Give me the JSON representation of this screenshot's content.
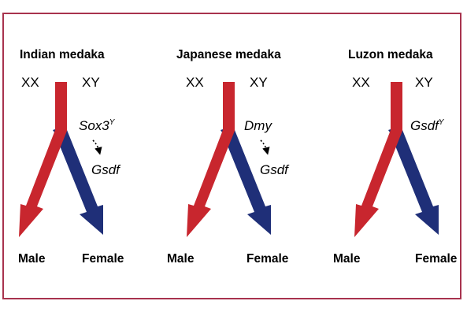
{
  "colors": {
    "frame": "#a8334e",
    "male_arrow": "#c8262e",
    "female_arrow": "#1f2f78",
    "text": "#000000"
  },
  "panels": [
    {
      "title": "Indian medaka",
      "xx": "XX",
      "xy": "XY",
      "gene": "Sox3",
      "gene_sup": "Y",
      "downstream": "Gsdf",
      "male": "Male",
      "female": "Female"
    },
    {
      "title": "Japanese medaka",
      "xx": "XX",
      "xy": "XY",
      "gene": "Dmy",
      "gene_sup": "",
      "downstream": "Gsdf",
      "male": "Male",
      "female": "Female"
    },
    {
      "title": "Luzon medaka",
      "xx": "XX",
      "xy": "XY",
      "gene": "Gsdf",
      "gene_sup": "Y",
      "downstream": "",
      "male": "Male",
      "female": "Female"
    }
  ]
}
